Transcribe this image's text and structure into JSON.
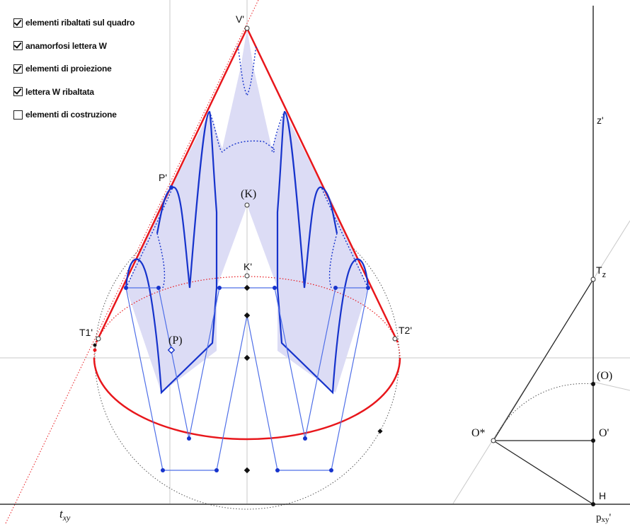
{
  "checkboxes": [
    {
      "label": "elementi ribaltati sul quadro",
      "checked": true
    },
    {
      "label": "anamorfosi lettera W",
      "checked": true
    },
    {
      "label": "elementi di proiezione",
      "checked": true
    },
    {
      "label": "lettera W ribaltata",
      "checked": true
    },
    {
      "label": "elementi di costruzione",
      "checked": false
    }
  ],
  "labels": {
    "v_prime": "V'",
    "p_prime": "P'",
    "k_circ": "(K)",
    "k_prime": "K'",
    "t1_prime": "T1'",
    "t2_prime": "T2'",
    "p_circ": "(P)",
    "z_prime": "z'",
    "t_z": "T",
    "t_z_sub": "z",
    "o_circ": "(O)",
    "o_star": "O*",
    "o_prime": "O'",
    "h": "H",
    "t_xy": "t",
    "t_xy_sub": "xy",
    "p_xy": "p",
    "p_xy_sub": "xy",
    "p_xy_suffix": "'"
  },
  "colors": {
    "red": "#e8161b",
    "blue": "#1633cc",
    "light_blue": "#4f6fe8",
    "fill": "#dcdcf5",
    "black": "#111111",
    "grid": "#cccccc"
  }
}
